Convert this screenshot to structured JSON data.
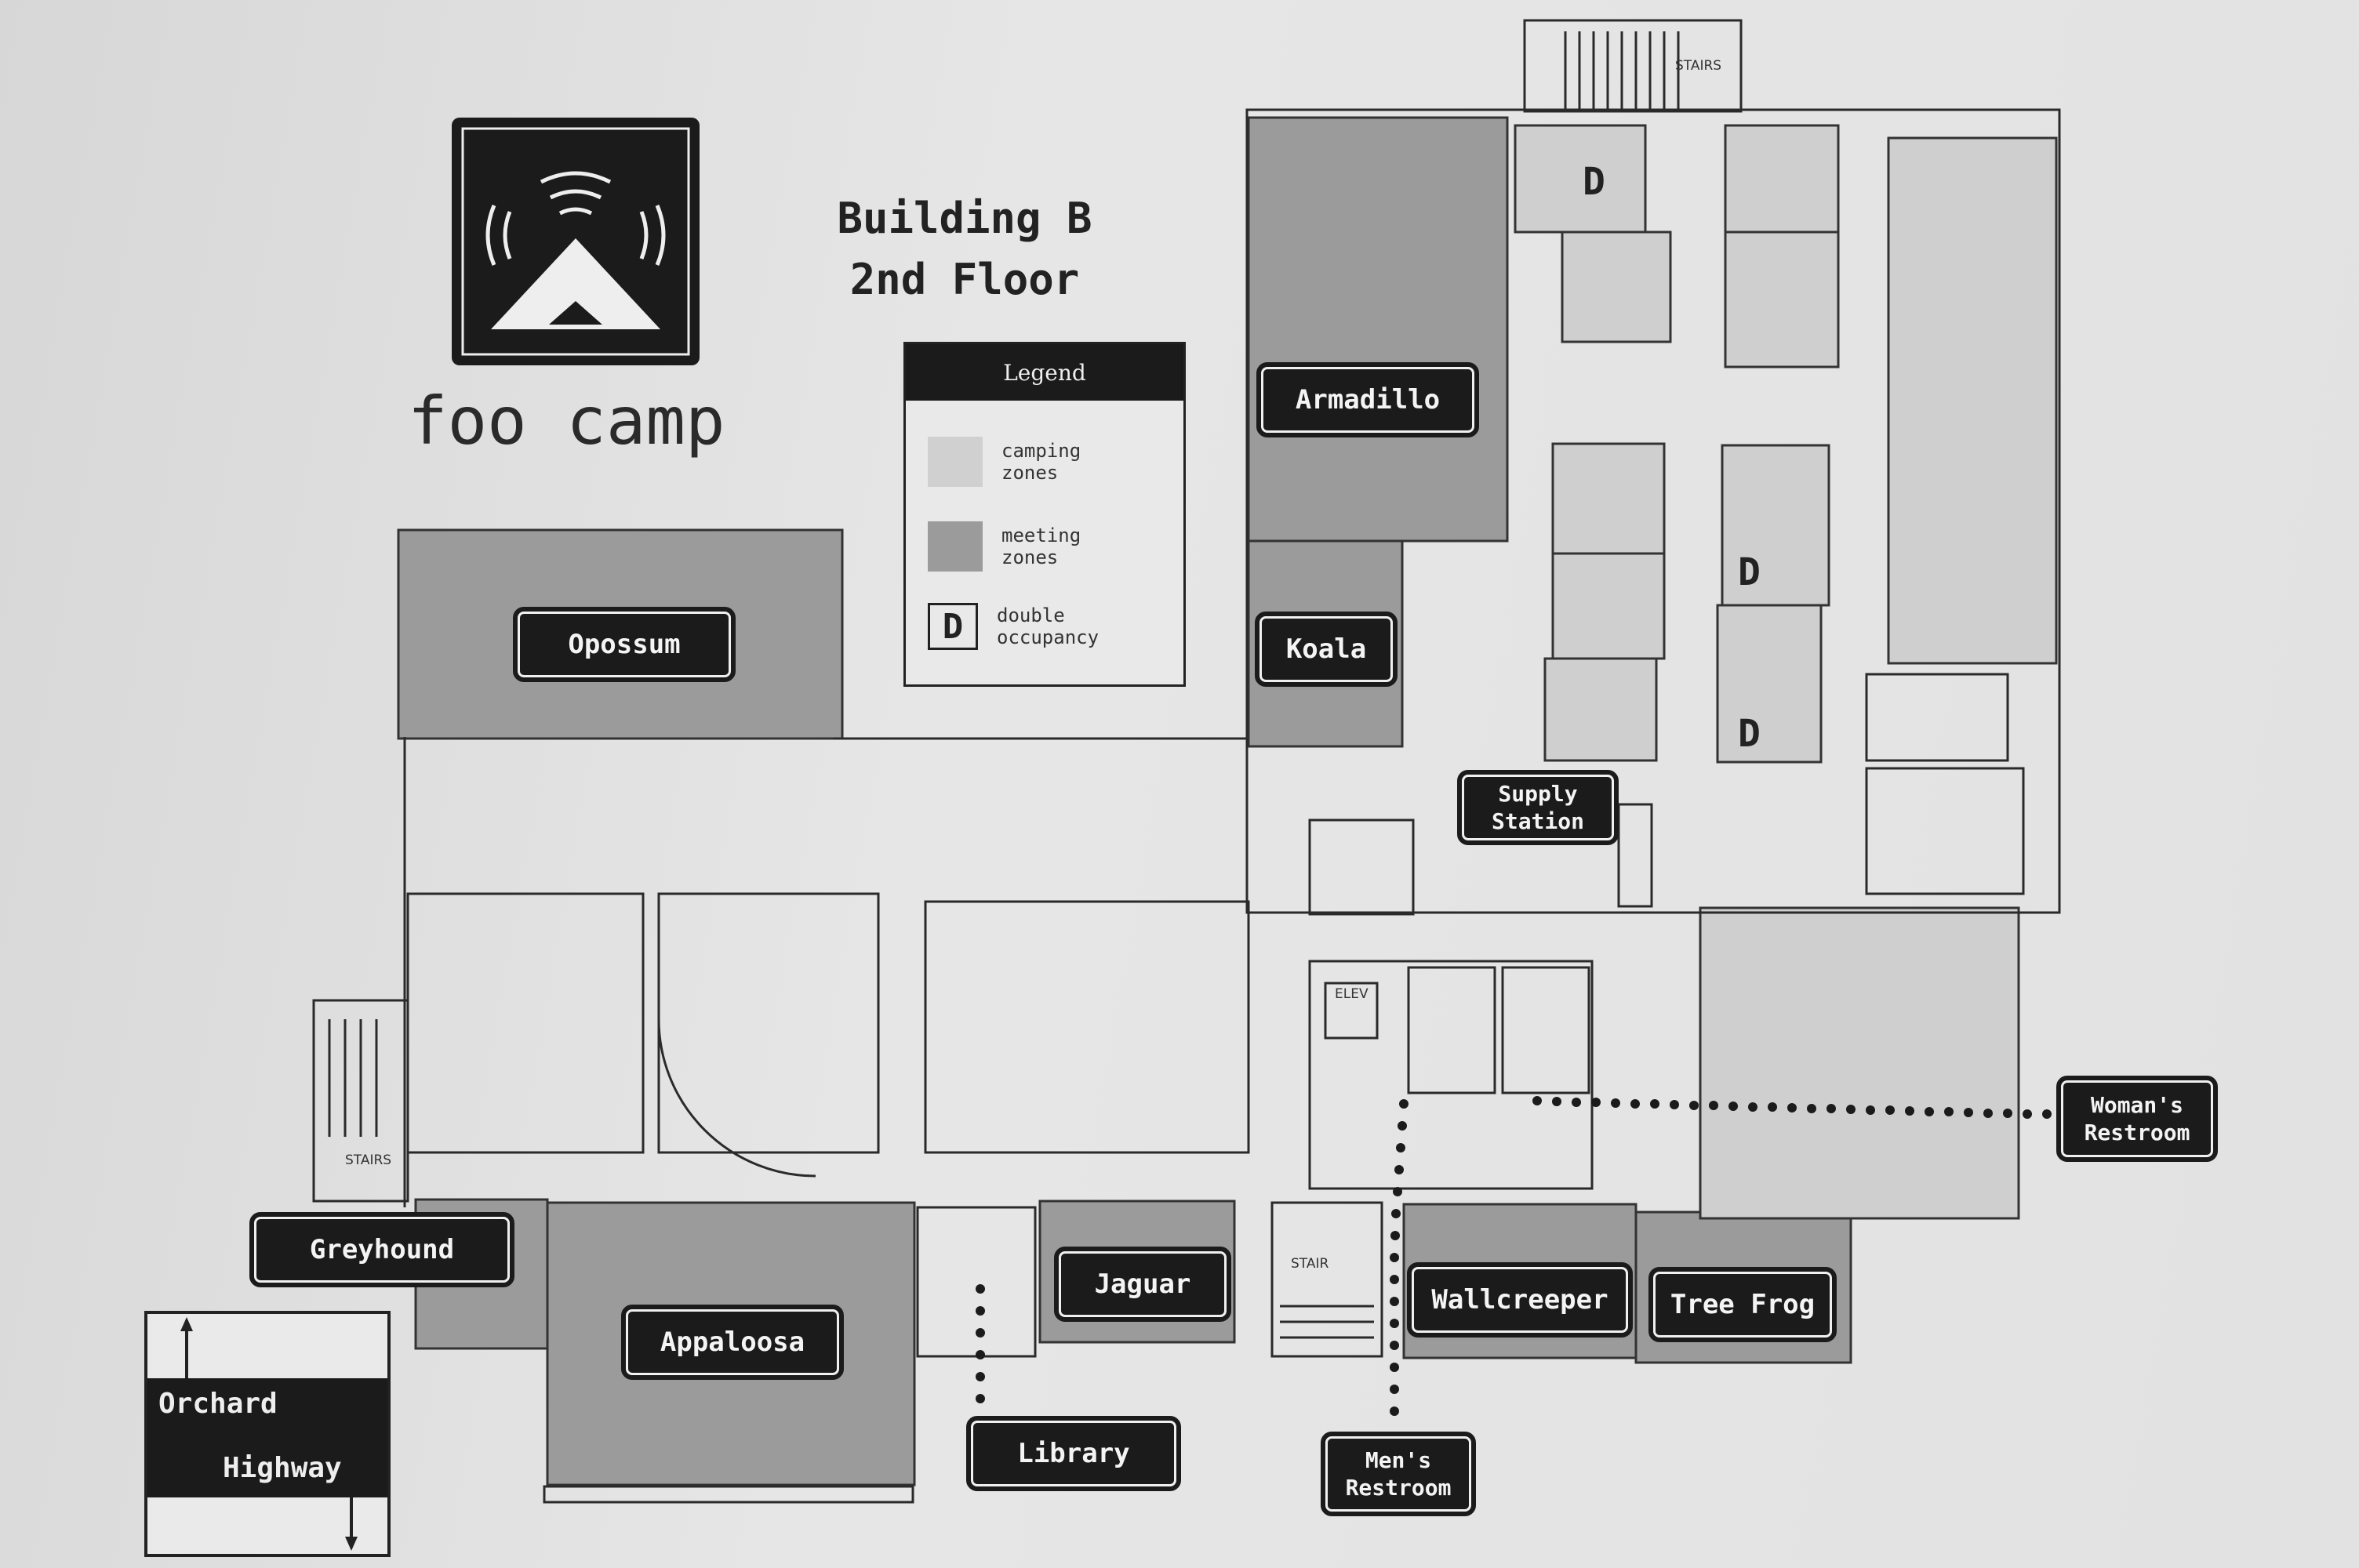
{
  "brand": {
    "name": "foo camp",
    "logo_icon": "tent-broadcast-icon"
  },
  "title": "Building B\n2nd Floor",
  "legend": {
    "heading": "Legend",
    "items": [
      {
        "swatch_color": "#d0d0d0",
        "label": "camping\nzones"
      },
      {
        "swatch_color": "#9b9b9b",
        "label": "meeting\nzones"
      },
      {
        "symbol": "D",
        "label": "double\noccupancy"
      }
    ]
  },
  "rooms": {
    "opossum": "Opossum",
    "armadillo": "Armadillo",
    "koala": "Koala",
    "supply_station": "Supply\nStation",
    "womens_restroom": "Woman's\nRestroom",
    "greyhound": "Greyhound",
    "appaloosa": "Appaloosa",
    "jaguar": "Jaguar",
    "library": "Library",
    "mens_restroom": "Men's\nRestroom",
    "wallcreeper": "Wallcreeper",
    "tree_frog": "Tree Frog"
  },
  "double_marks": [
    "D",
    "D",
    "D"
  ],
  "small_labels": {
    "stairs_top": "STAIRS",
    "stairs_left": "STAIRS",
    "stair_mid": "STAIR",
    "elev": "ELEV"
  },
  "compass": {
    "top": "Orchard",
    "bottom": "Highway"
  },
  "colors": {
    "camping": "#d0d0d0",
    "meeting": "#9b9b9b",
    "label_bg": "#1b1b1b"
  }
}
